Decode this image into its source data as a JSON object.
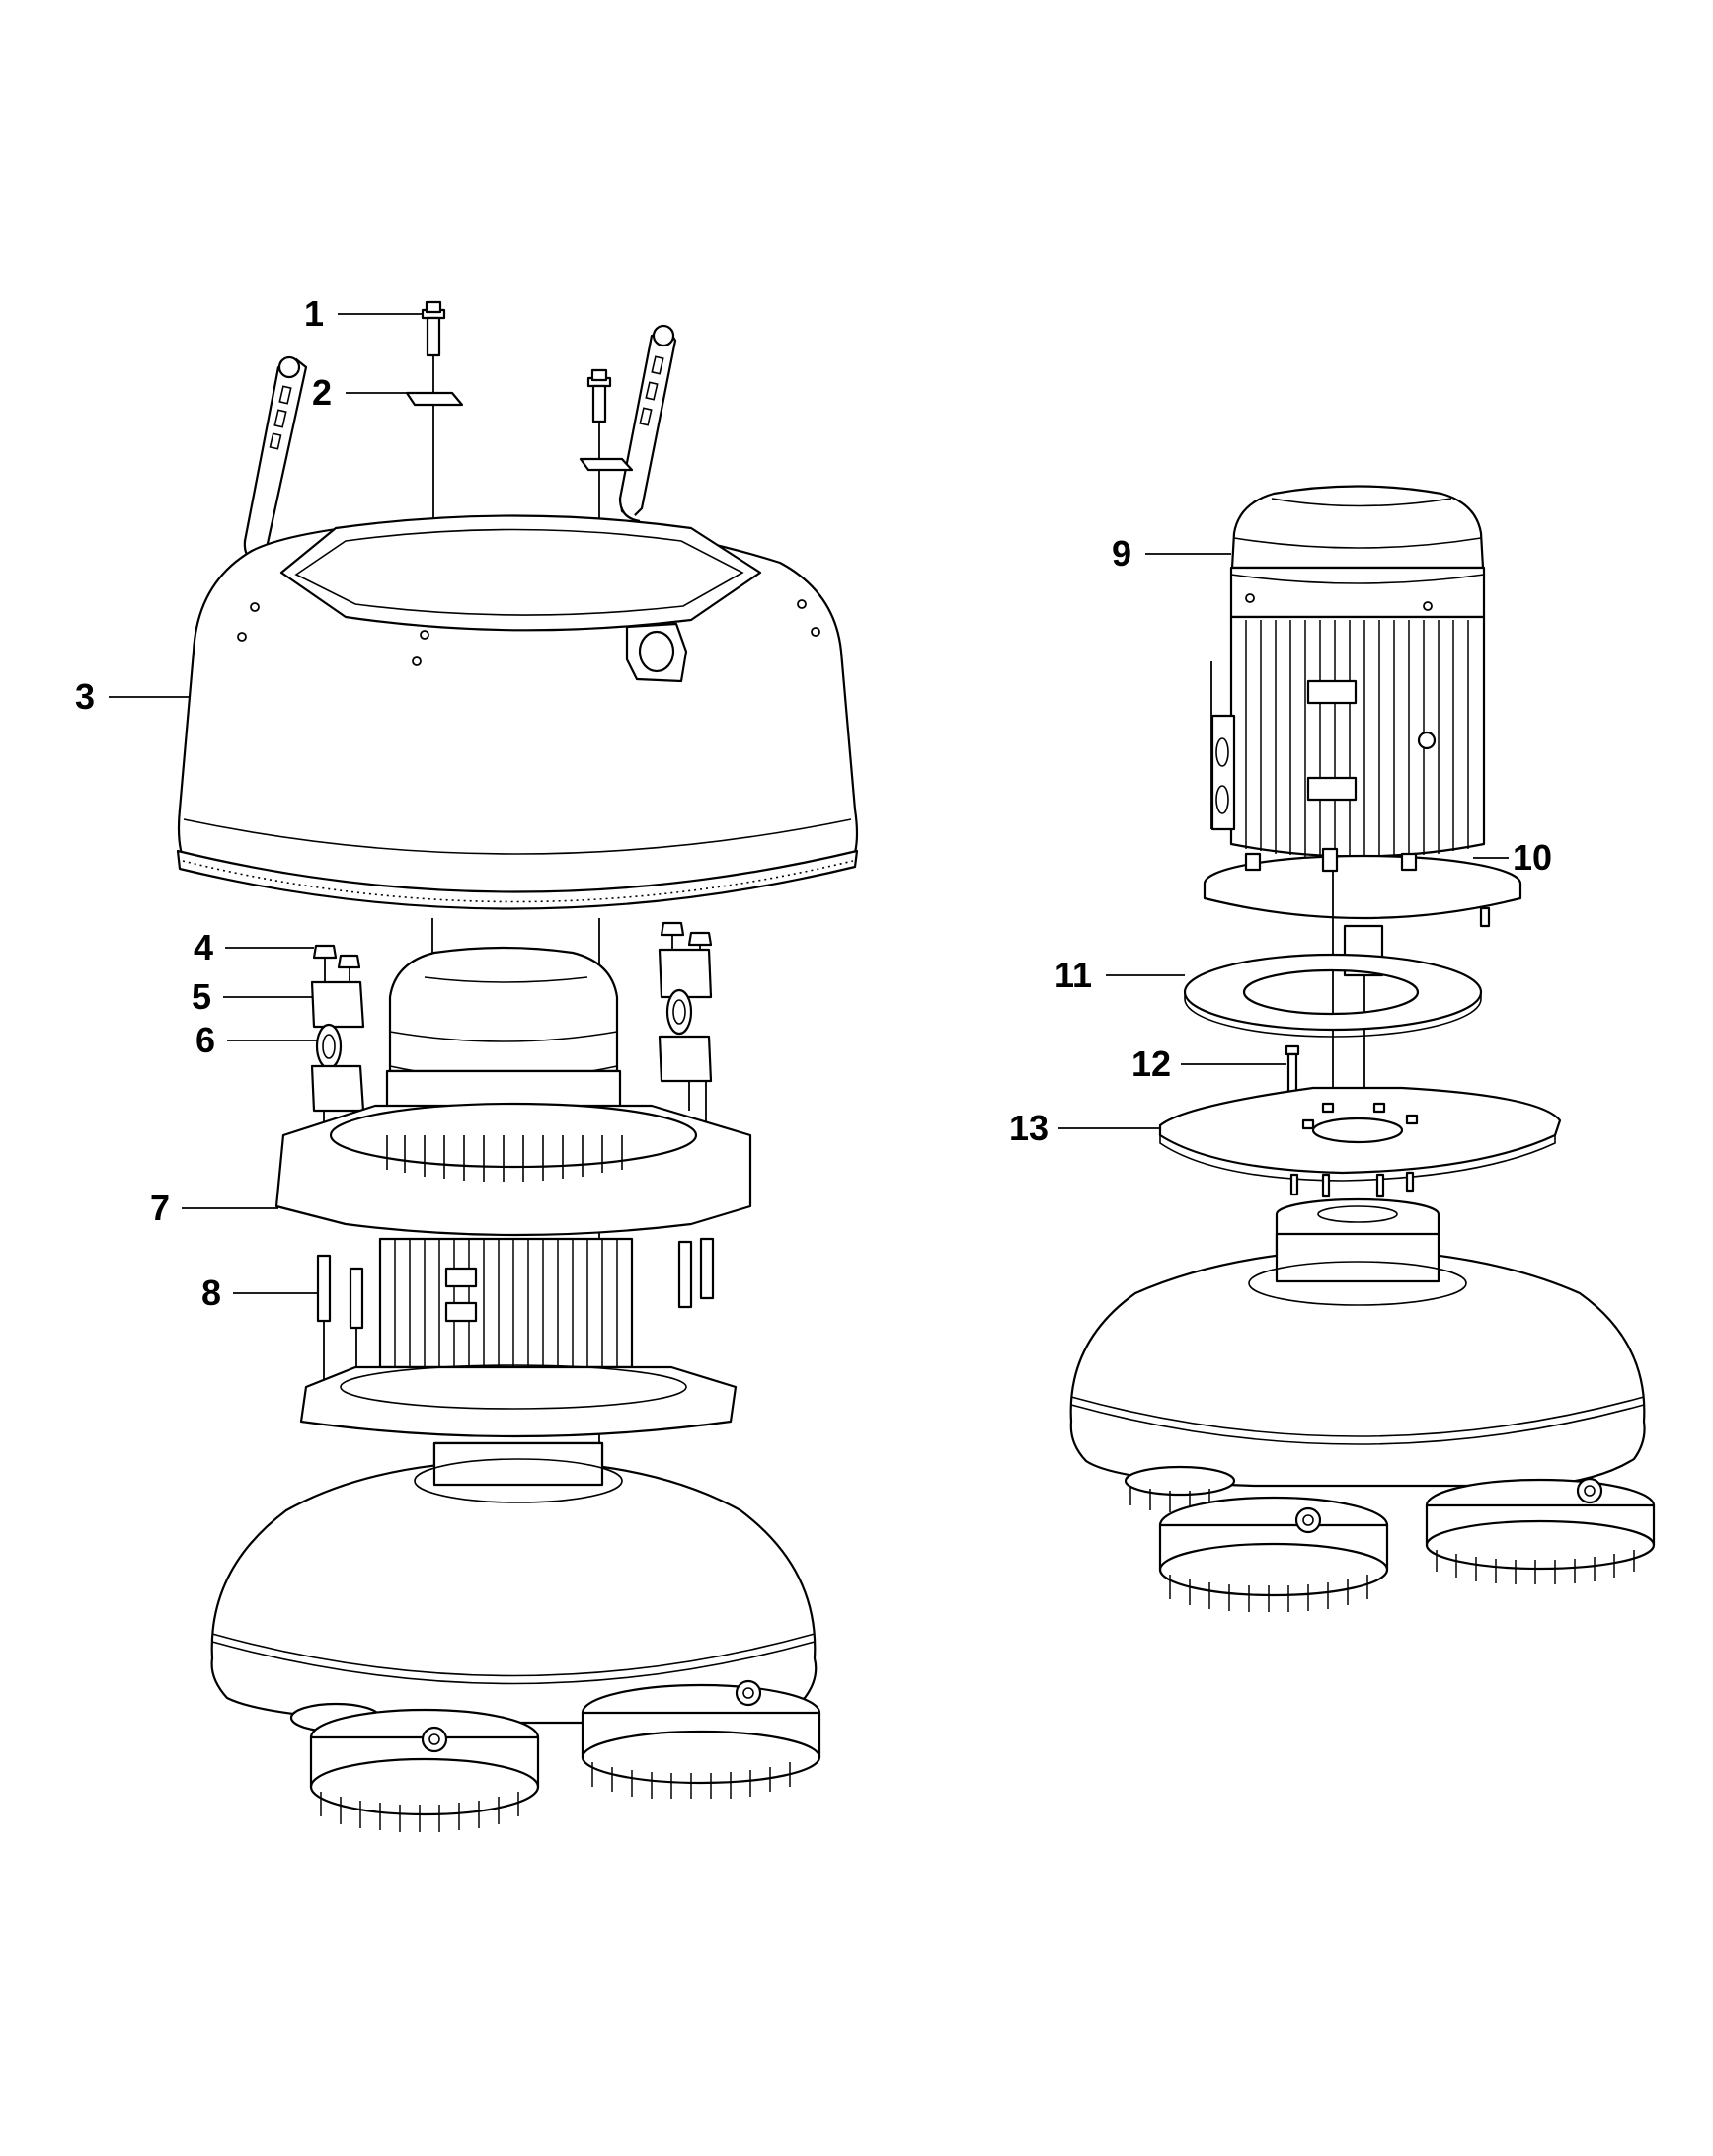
{
  "diagram": {
    "type": "exploded-parts-diagram",
    "background": "#ffffff",
    "line_color": "#000000",
    "assemblies": [
      {
        "id": "left",
        "description": "Exploded assembly with cover, motor mount, motor and triple grinding-head base"
      },
      {
        "id": "right",
        "description": "Exploded assembly with motor, gasket, mounting plate and triple grinding-head base"
      }
    ],
    "callouts": [
      {
        "number": "1",
        "part": "flange-bolt"
      },
      {
        "number": "2",
        "part": "washer-plate"
      },
      {
        "number": "3",
        "part": "cover"
      },
      {
        "number": "4",
        "part": "flange-nut"
      },
      {
        "number": "5",
        "part": "bearing-bracket"
      },
      {
        "number": "6",
        "part": "bearing"
      },
      {
        "number": "7",
        "part": "motor-mount-plate"
      },
      {
        "number": "8",
        "part": "spacer"
      },
      {
        "number": "9",
        "part": "motor"
      },
      {
        "number": "10",
        "part": "motor-flange-bolt"
      },
      {
        "number": "11",
        "part": "gasket-ring"
      },
      {
        "number": "12",
        "part": "bolt"
      },
      {
        "number": "13",
        "part": "mounting-plate"
      }
    ]
  }
}
